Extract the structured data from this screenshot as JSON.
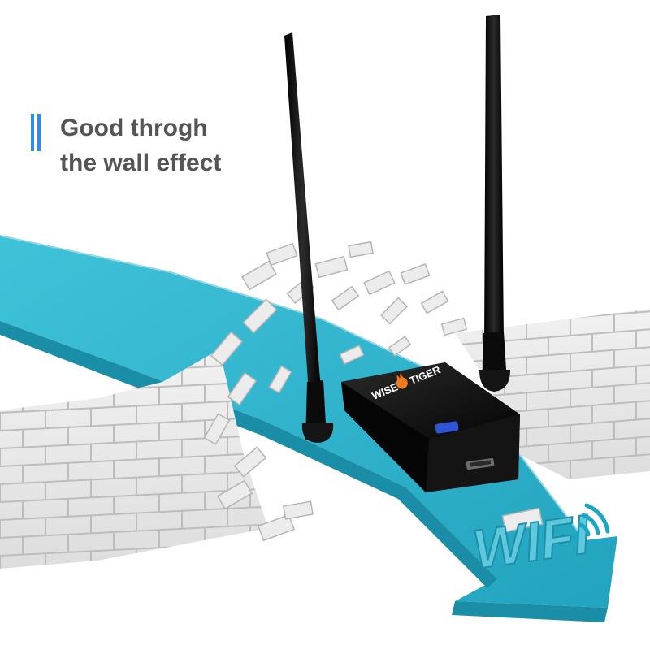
{
  "headline": {
    "line1": "Good throgh",
    "line2": "the wall effect"
  },
  "brand": {
    "left": "WISE",
    "right": "TIGER"
  },
  "overlay": {
    "wifi_text": "WIFI"
  },
  "icons": {
    "accent": "double-vertical-bar",
    "signal": "wifi-signal-icon",
    "logo": "tiger-flame-logo"
  },
  "colors": {
    "accent": "#2d8cf0",
    "headline": "#555555",
    "arrow": "#2bb3cc",
    "arrow_dark": "#1a8ea6",
    "arrow_edge": "#8fd8e6",
    "brick": "#e6e6e6",
    "mortar": "#bdbdbd",
    "device": "#111111",
    "led": "#2f55d4",
    "logo_flame": "#f07a1e"
  }
}
